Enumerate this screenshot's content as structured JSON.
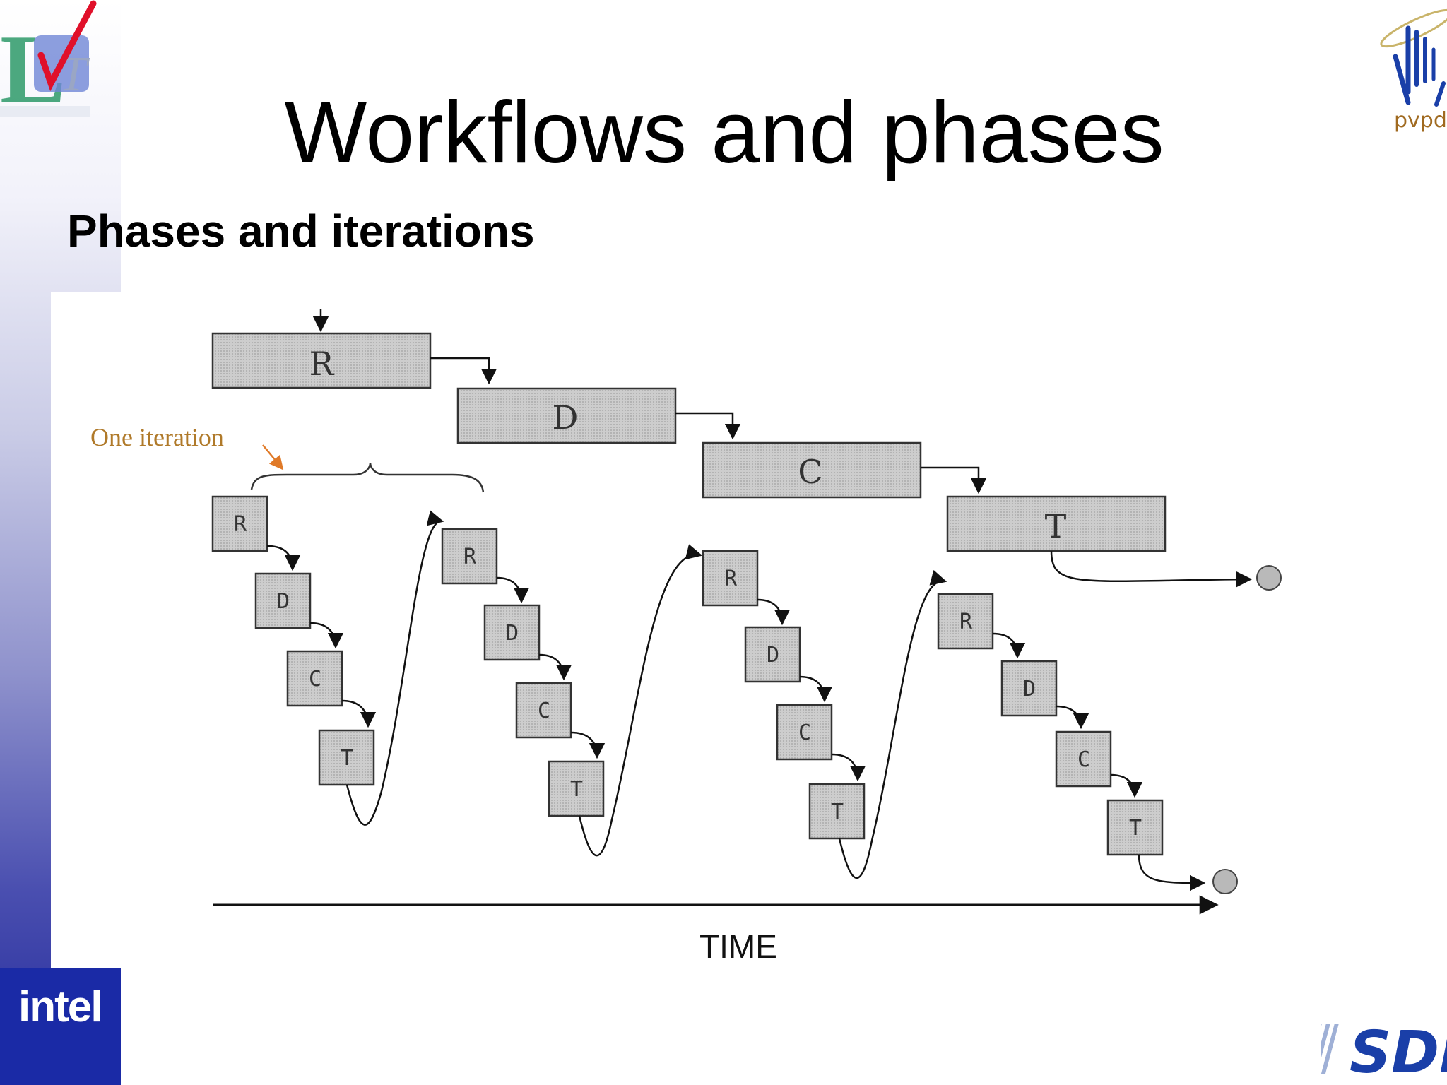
{
  "slide": {
    "title": "Workflows and phases",
    "subtitle": "Phases and iterations"
  },
  "diagram": {
    "phase_labels": [
      "R",
      "D",
      "C",
      "T"
    ],
    "iterations": [
      [
        "R",
        "D",
        "C",
        "T"
      ],
      [
        "R",
        "D",
        "C",
        "T"
      ],
      [
        "R",
        "D",
        "C",
        "T"
      ],
      [
        "R",
        "D",
        "C",
        "T"
      ]
    ],
    "iteration_annotation": "One iteration",
    "time_axis_label": "TIME"
  },
  "logos": {
    "intel": "intel",
    "lt": "LT",
    "pvpd": "pvpd",
    "sde": "SDE"
  },
  "colors": {
    "box_fill": "#c8c8c8",
    "annotation": "#b07a2a",
    "arrow_accent": "#e07a28",
    "sidebar_bottom": "#23299a"
  }
}
